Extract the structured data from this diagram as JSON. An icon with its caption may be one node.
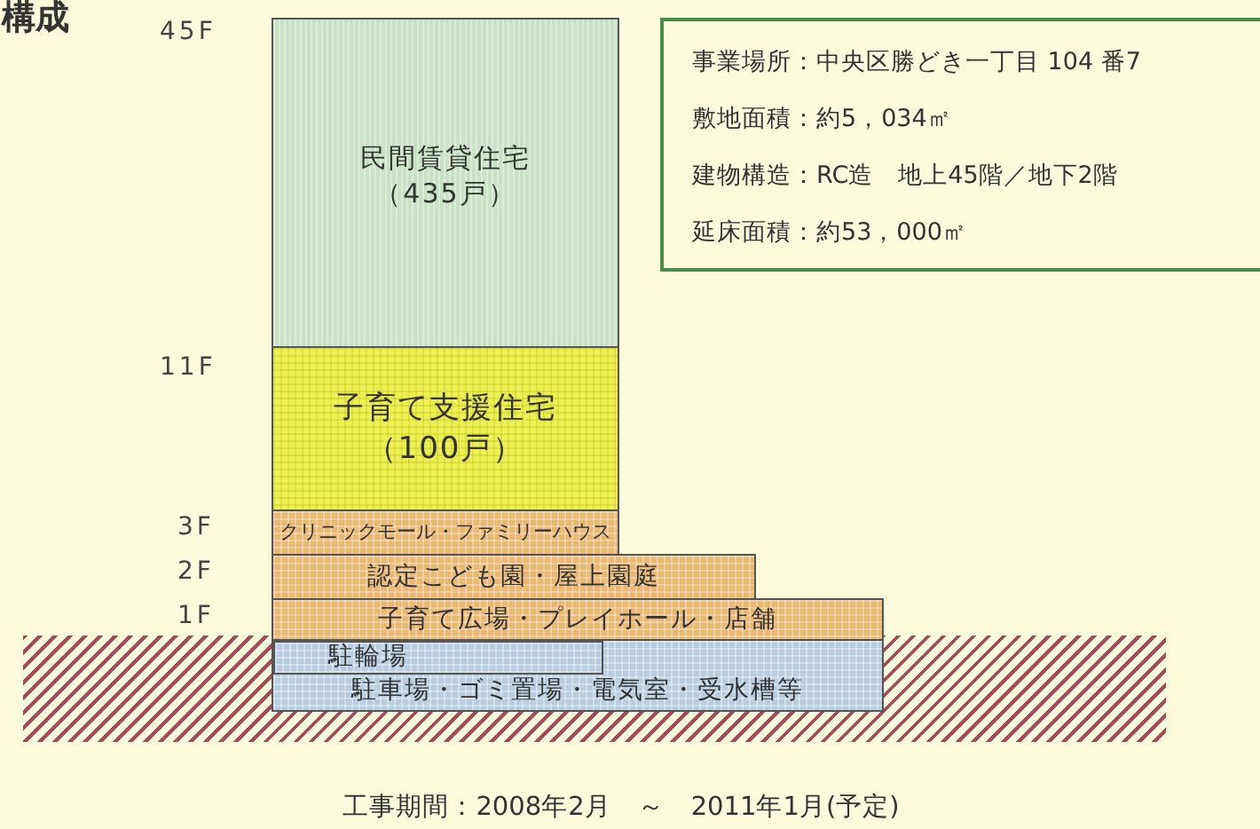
{
  "diagram": {
    "title": "構成",
    "nodes": [
      {
        "text": [
          "民間賃貸住宅",
          "（435戸）"
        ]
      },
      {
        "text": [
          "子育て支援住宅",
          "（100戸）"
        ]
      },
      {
        "text": [
          "クリニックモール・ファミリーハウス"
        ]
      },
      {
        "text": [
          "認定こども園・屋上園庭"
        ]
      },
      {
        "text": [
          "子育て広場・プレイホール・店舗"
        ]
      },
      {
        "text": [
          "駐車場・ゴミ置場・電気室・受水槽等"
        ]
      },
      {
        "text": [
          "駐輪場"
        ],
        "in": 5
      },
      {
        "text": [
          "事業場所：中央区勝どき一丁目 104 番7",
          "敷地面積：約5，034㎡",
          "建物構造：RC造　地上45階／地下2階",
          "延床面積：約53，000㎡"
        ]
      }
    ],
    "labels": [
      "45F",
      "11F",
      "3F",
      "2F",
      "1F",
      "工事期間：2008年2月　～　2011年1月(予定)"
    ]
  }
}
